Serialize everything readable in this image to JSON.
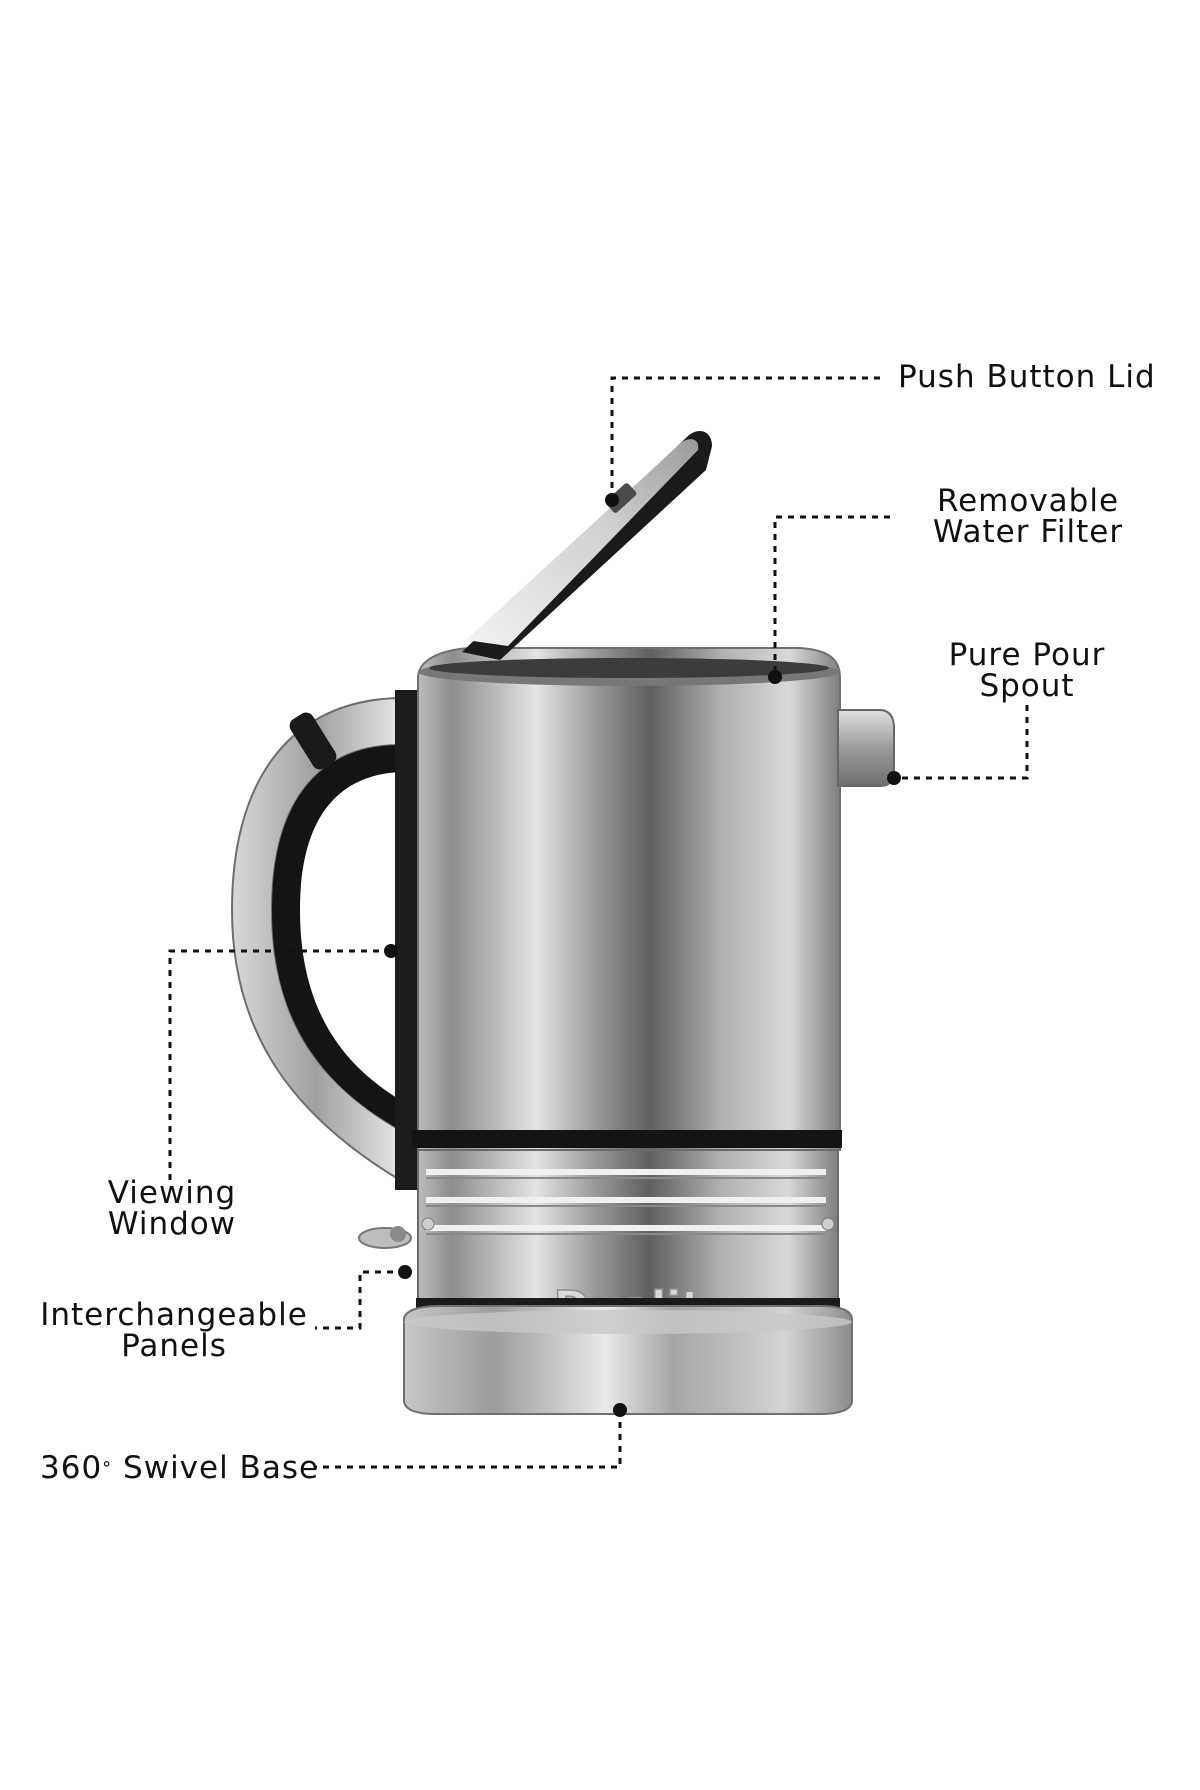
{
  "colors": {
    "background": "#ffffff",
    "text": "#111111",
    "steel_light": "#e8e8e8",
    "steel_mid": "#a8a8a8",
    "steel_dark": "#5a5a5a",
    "plastic_black": "#141414"
  },
  "product": {
    "brand_mark": "Dualit"
  },
  "callouts": {
    "lid": {
      "lines": [
        "Push Button Lid"
      ]
    },
    "filter": {
      "lines": [
        "Removable",
        "Water Filter"
      ]
    },
    "spout": {
      "lines": [
        "Pure Pour",
        "Spout"
      ]
    },
    "window": {
      "lines": [
        "Viewing",
        "Window"
      ]
    },
    "panels": {
      "lines": [
        "Interchangeable",
        "Panels"
      ]
    },
    "base": {
      "text": "360",
      "degree": "°",
      "suffix": "Swivel Base"
    }
  }
}
